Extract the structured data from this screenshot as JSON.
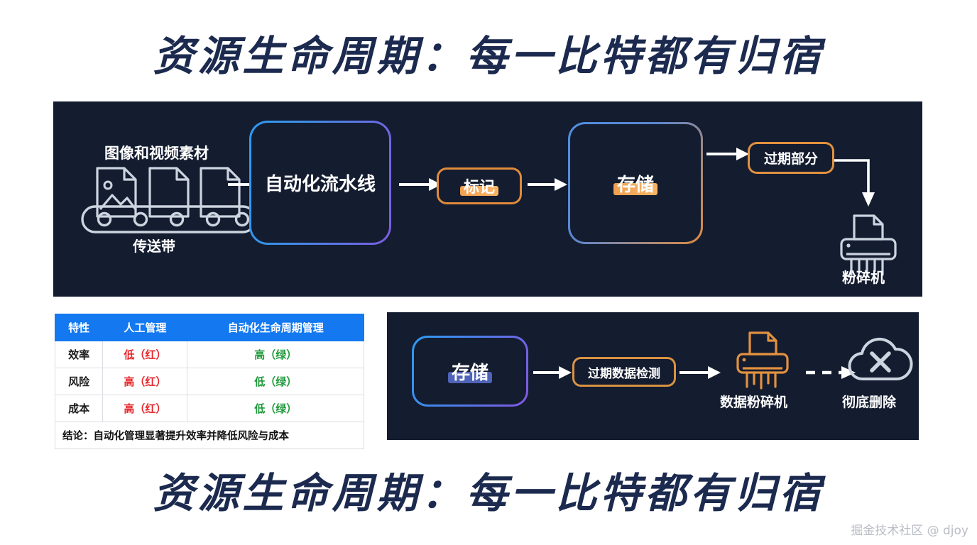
{
  "slide": {
    "title_top": "资源生命周期：每一比特都有归宿",
    "title_bottom": "资源生命周期：每一比特都有归宿",
    "title_color": "#1b2a4e",
    "background": "#ffffff",
    "panel_background": "#141c30"
  },
  "pipeline_panel": {
    "source_label": "图像和视频素材",
    "conveyor_label": "传送带",
    "box_pipeline": "自动化流水线",
    "box_mark": "标记",
    "box_storage": "存储",
    "box_expired": "过期部分",
    "shredder_label": "粉碎机",
    "colors": {
      "pipeline_border_from": "#2e9bf0",
      "pipeline_border_to": "#7b5de0",
      "mark_border": "#e08b3a",
      "storage_border_from": "#4f8fe0",
      "storage_border_to": "#df8c3c",
      "expired_border": "#e2923f",
      "highlight_orange": "#f0a050",
      "icon_stroke": "#ccd4e0",
      "arrow": "#ffffff"
    }
  },
  "deletion_panel": {
    "box_storage": "存储",
    "box_detect": "过期数据检测",
    "shredder_label": "数据粉碎机",
    "cloud_label": "彻底删除",
    "colors": {
      "storage_border_from": "#2e9bf0",
      "storage_border_to": "#8257e0",
      "detect_border": "#d99241",
      "shredder_stroke": "#e2913f",
      "cloud_stroke": "#ccd4e0",
      "highlight_blue": "#4f63b8",
      "highlight_orange": "#f0a050"
    }
  },
  "table": {
    "headers": [
      "特性",
      "人工管理",
      "自动化生命周期管理"
    ],
    "rows": [
      {
        "feature": "效率",
        "manual": "低（红）",
        "automated": "高（绿）"
      },
      {
        "feature": "风险",
        "manual": "高（红）",
        "automated": "低（绿）"
      },
      {
        "feature": "成本",
        "manual": "高（红）",
        "automated": "低（绿）"
      }
    ],
    "conclusion": "结论：自动化管理显著提升效率并降低风险与成本",
    "header_bg": "#1479f0",
    "bad_color": "#e4262b",
    "good_color": "#1f9a3a"
  },
  "watermark": "掘金技术社区 @ djoy"
}
